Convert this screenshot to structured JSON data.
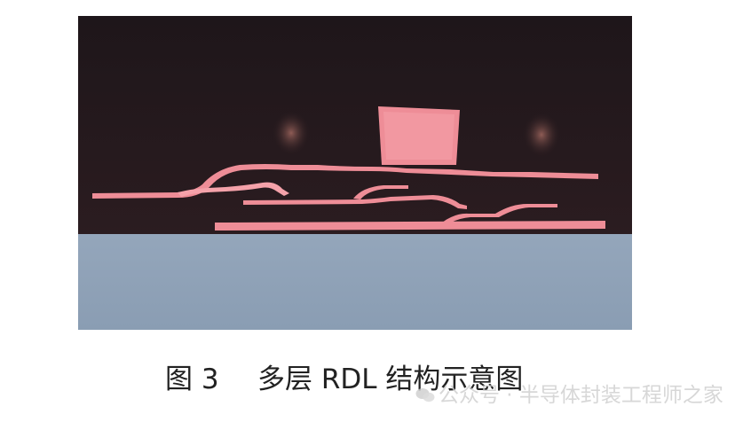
{
  "figure": {
    "colors": {
      "background_dark": "#21171b",
      "substrate": "#8ea1b6",
      "metal": "#ee8d97",
      "metal_highlight": "#f5a2aa",
      "pad_glow": "#a66b63"
    }
  },
  "caption": {
    "number": "图 3",
    "title": "多层 RDL 结构示意图"
  },
  "watermark": {
    "icon": "wechat-icon",
    "text": "公众号 · 半导体封装工程师之家"
  }
}
